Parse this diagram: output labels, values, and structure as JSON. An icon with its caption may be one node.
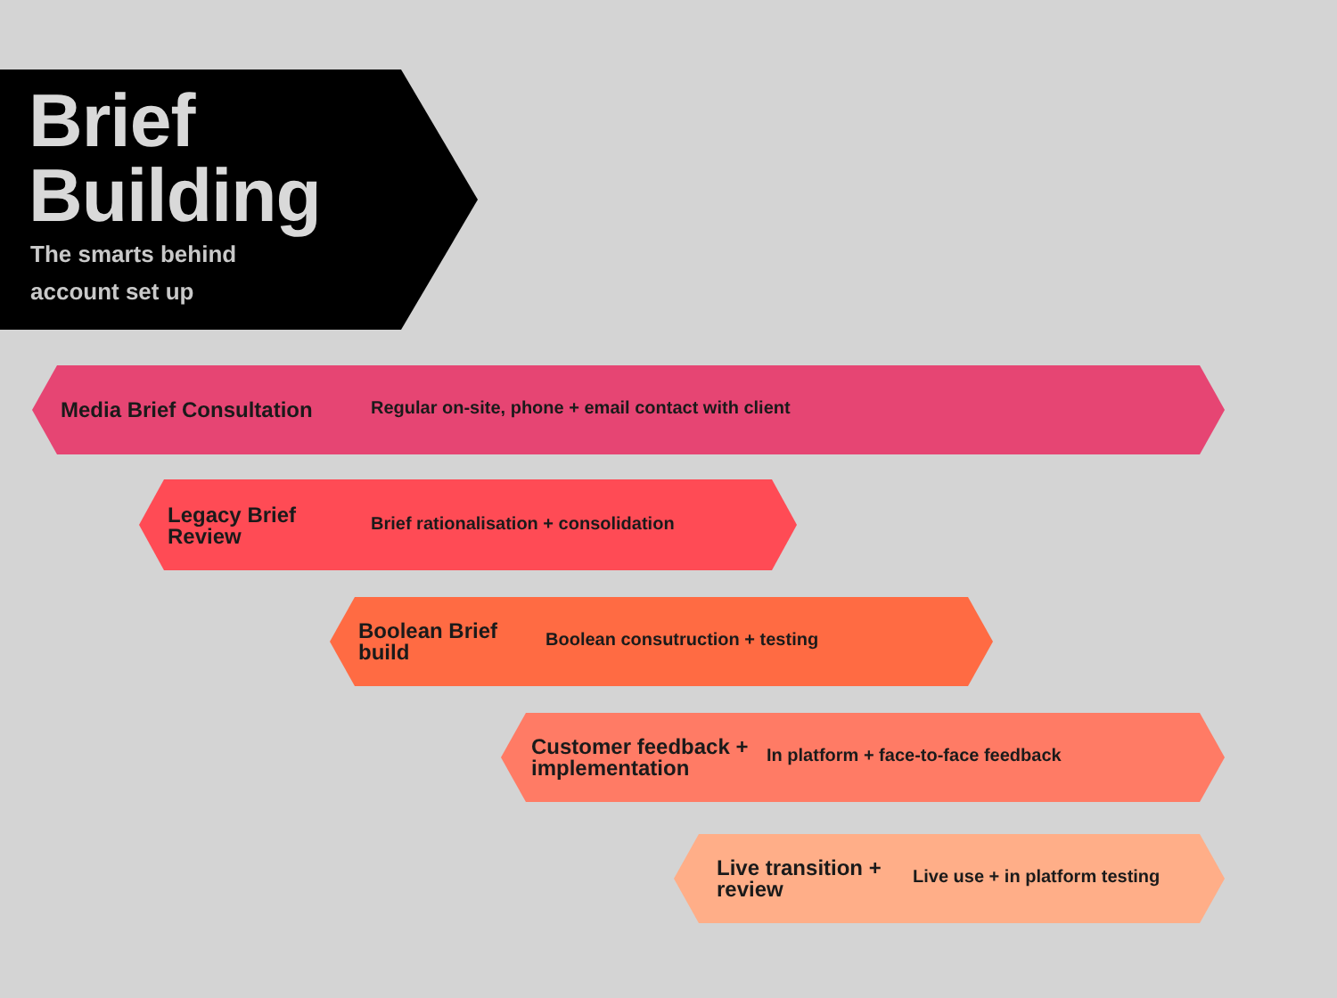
{
  "diagram": {
    "nodes": [
      {
        "text": [
          "Brief Building",
          "The smarts behind account set up"
        ]
      },
      {
        "text": [
          "Media Brief Consultation",
          "Regular on-site, phone + email contact with client"
        ]
      },
      {
        "text": [
          "Legacy Brief Review",
          "Brief rationalisation + consolidation"
        ]
      },
      {
        "text": [
          "Boolean Brief build",
          "Boolean consutruction + testing"
        ]
      },
      {
        "text": [
          "Customer feedback + implementation",
          "In platform + face-to-face feedback"
        ]
      },
      {
        "text": [
          "Live transition + review",
          "Live use + in platform testing"
        ]
      }
    ]
  }
}
